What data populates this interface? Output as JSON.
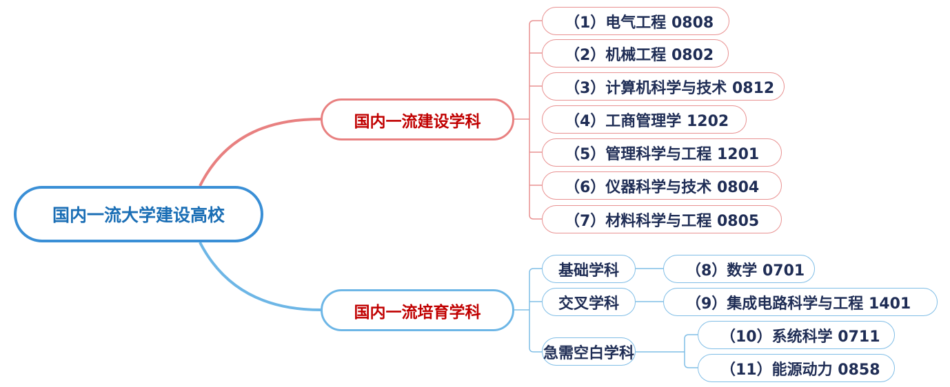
{
  "root": {
    "label": "国内一流大学建设高校"
  },
  "branches": [
    {
      "label": "国内一流建设学科",
      "color": "#e88080",
      "items": [
        "（1）电气工程 0808",
        "（2）机械工程 0802",
        "（3）计算机科学与技术 0812",
        "（4）工商管理学 1202",
        "（5）管理科学与工程 1201",
        "（6）仪器科学与技术 0804",
        "（7）材料科学与工程 0805"
      ]
    },
    {
      "label": "国内一流培育学科",
      "color": "#6db6e6",
      "categories": [
        {
          "label": "基础学科",
          "items": [
            "（8）数学 0701"
          ]
        },
        {
          "label": "交叉学科",
          "items": [
            "（9）集成电路科学与工程 1401"
          ]
        },
        {
          "label": "急需空白学科",
          "items": [
            "（10）系统科学 0711",
            "（11）能源动力 0858"
          ]
        }
      ]
    }
  ]
}
